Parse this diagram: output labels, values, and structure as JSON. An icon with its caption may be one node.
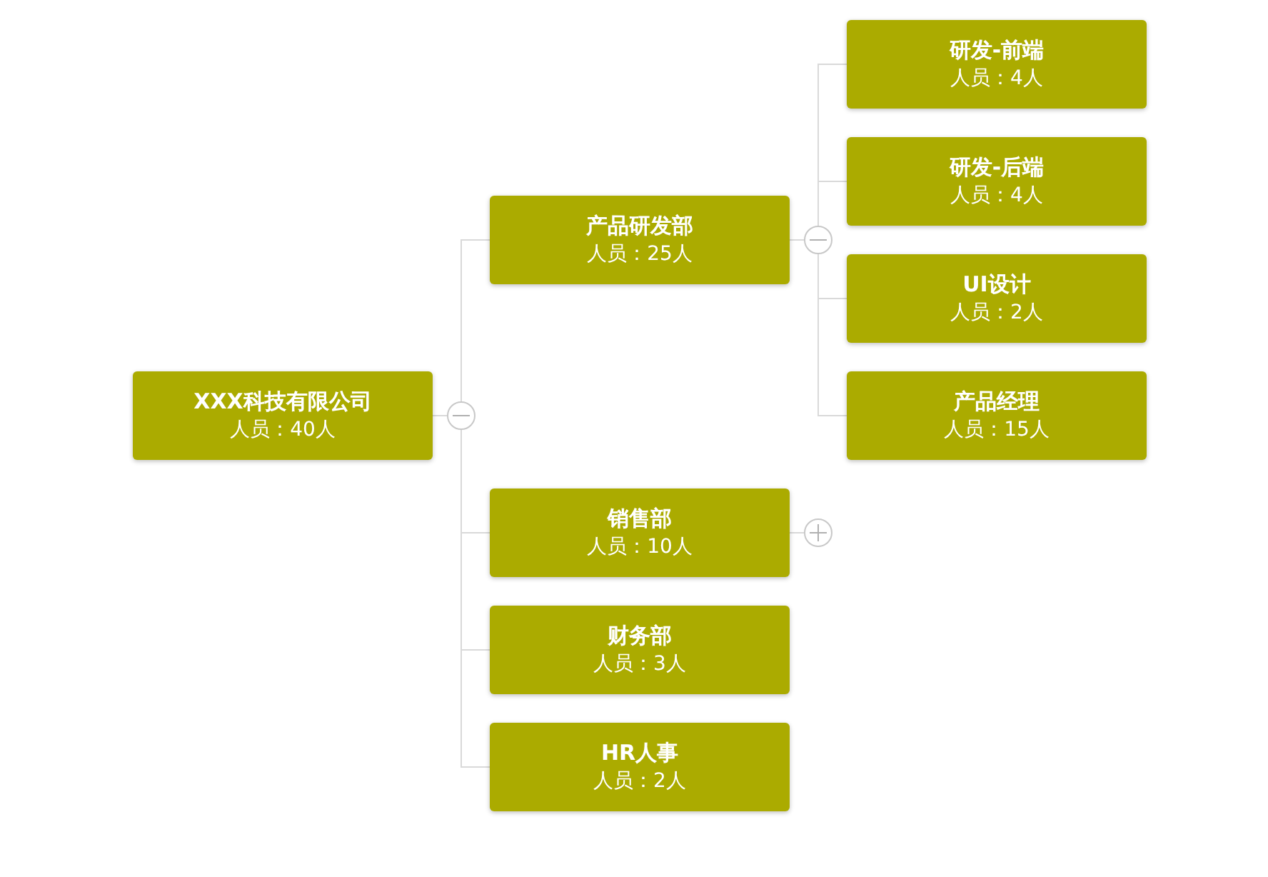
{
  "diagram": {
    "nodes": [
      {
        "text": [
          "XXX科技有限公司",
          "人员：40人"
        ]
      },
      {
        "text": [
          "产品研发部",
          "人员：25人"
        ]
      },
      {
        "text": [
          "研发-前端",
          "人员：4人"
        ]
      },
      {
        "text": [
          "研发-后端",
          "人员：4人"
        ]
      },
      {
        "text": [
          "UI设计",
          "人员：2人"
        ]
      },
      {
        "text": [
          "产品经理",
          "人员：15人"
        ]
      },
      {
        "text": [
          "销售部",
          "人员：10人"
        ]
      },
      {
        "text": [
          "财务部",
          "人员：3人"
        ]
      },
      {
        "text": [
          "HR人事",
          "人员：2人"
        ]
      }
    ],
    "edges": [
      {
        "from": 0,
        "to": 1,
        "arrow": "none"
      },
      {
        "from": 0,
        "to": 6,
        "arrow": "none"
      },
      {
        "from": 0,
        "to": 7,
        "arrow": "none"
      },
      {
        "from": 0,
        "to": 8,
        "arrow": "none"
      },
      {
        "from": 1,
        "to": 2,
        "arrow": "none"
      },
      {
        "from": 1,
        "to": 3,
        "arrow": "none"
      },
      {
        "from": 1,
        "to": 4,
        "arrow": "none"
      },
      {
        "from": 1,
        "to": 5,
        "arrow": "none"
      }
    ]
  }
}
